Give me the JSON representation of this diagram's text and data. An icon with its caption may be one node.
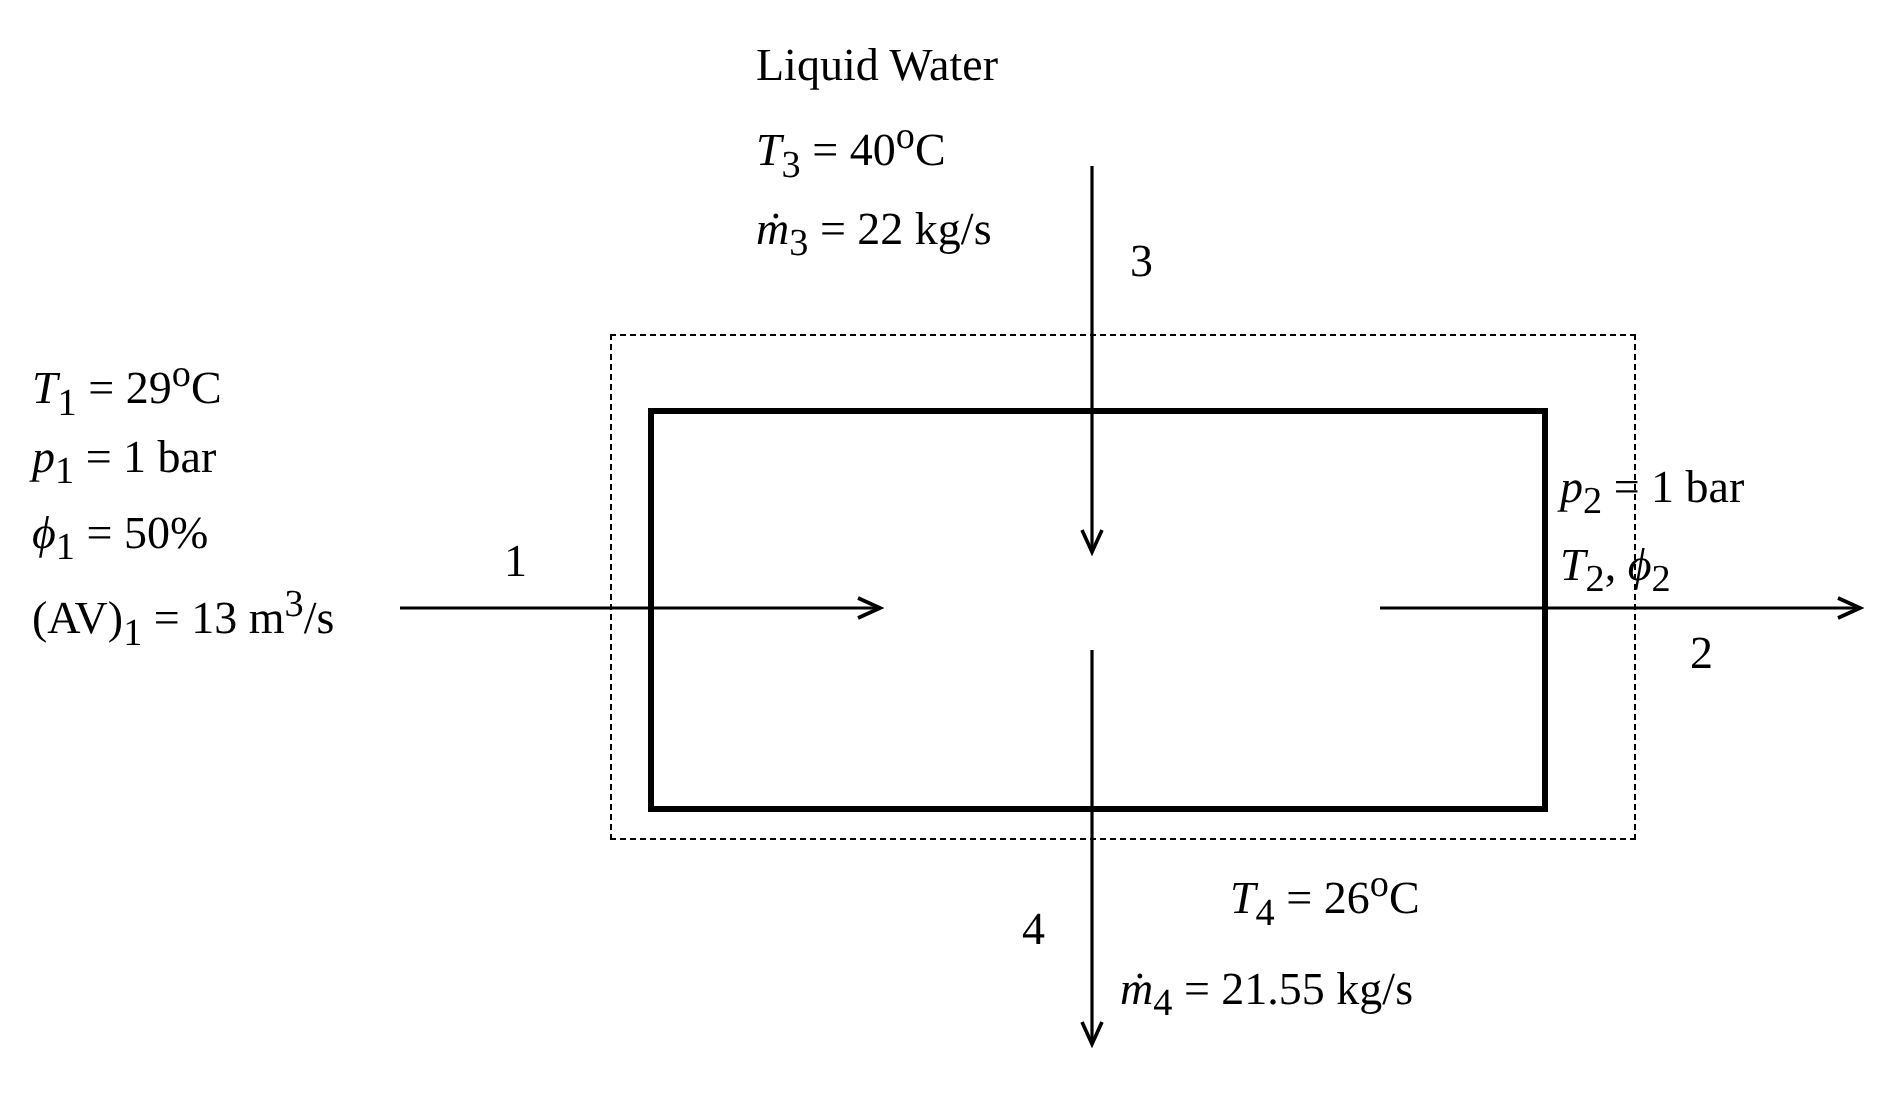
{
  "diagram": {
    "nodes": [
      {
        "text": [],
        "shape": "box"
      },
      {
        "text": [],
        "shape": "box",
        "in": 0
      }
    ],
    "edges": [
      {
        "from": null,
        "to": 1,
        "arrow": "to",
        "label": "1"
      },
      {
        "from": null,
        "to": 1,
        "arrow": "to",
        "label": "3"
      },
      {
        "from": 1,
        "to": null,
        "arrow": "to",
        "label": "2"
      },
      {
        "from": 1,
        "to": null,
        "arrow": "to",
        "label": "4"
      }
    ],
    "labels": [
      "Liquid Water",
      "*T*$_{3}$ = 40$^{o}$C",
      "*ṁ*$_{3}$ = 22 kg/s",
      "*T*$_{1}$ = 29$^{o}$C",
      "*p*$_{1}$ = 1 bar",
      "*ϕ*$_{1}$ = 50%",
      "(AV)$_{1}$ = 13 m$^{3}$/s",
      "*p*$_{2}$ = 1 bar",
      "*T*$_{2}$, *ϕ*$_{2}$",
      "*T*$_{4}$ = 26$^{o}$C",
      "*ṁ*$_{4}$ = 21.55 kg/s"
    ]
  }
}
